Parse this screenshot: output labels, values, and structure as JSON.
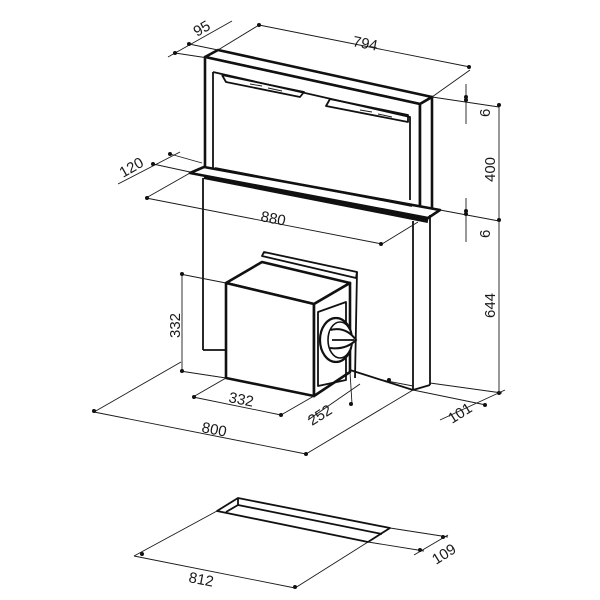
{
  "drawing": {
    "subject": "Downdraft kitchen hood with remote motor",
    "line_color": "#111111",
    "background": "#ffffff"
  },
  "dimensions": {
    "top_depth": "95",
    "top_width": "794",
    "top_gap": "6",
    "rise_height": "400",
    "trim_depth": "120",
    "trim_width": "880",
    "lower_gap": "6",
    "body_height": "644",
    "motor_height": "332",
    "motor_width": "332",
    "motor_depth": "252",
    "body_width": "800",
    "body_depth": "101",
    "vent_width": "812",
    "vent_depth": "109"
  }
}
